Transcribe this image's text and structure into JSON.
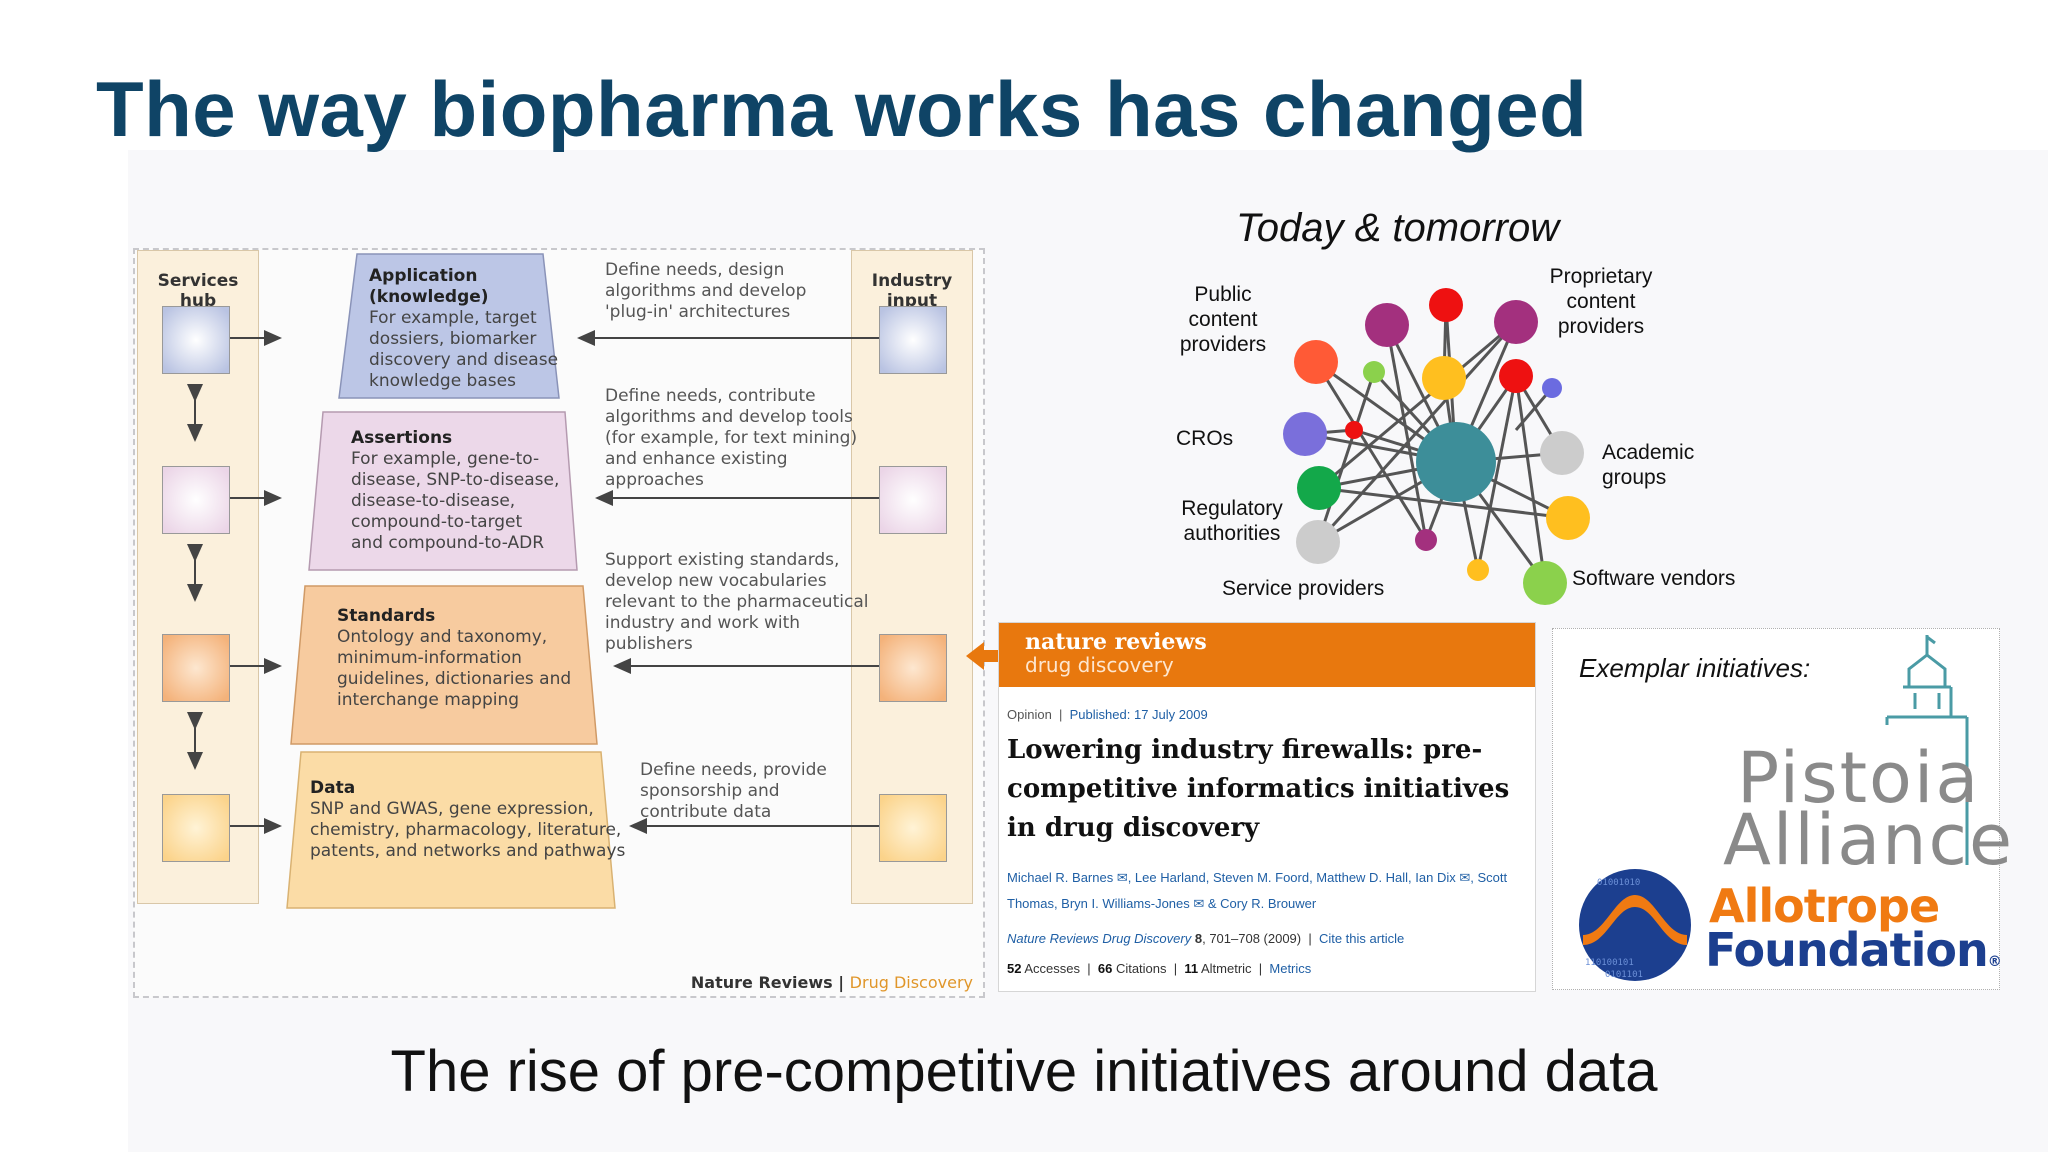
{
  "slide": {
    "title": "The way biopharma works has changed",
    "subtitle": "The rise of pre-competitive initiatives around data"
  },
  "figure": {
    "services_hub_label": "Services hub",
    "industry_input_label": "Industry input",
    "layers": [
      {
        "title": "Application",
        "title2": "(knowledge)",
        "lines": [
          "For example, target",
          "dossiers, biomarker",
          "discovery and disease",
          "knowledge bases"
        ],
        "color": "#b9c3e2",
        "desc": [
          "Define needs, design",
          "algorithms and develop",
          "'plug-in' architectures"
        ]
      },
      {
        "title": "Assertions",
        "lines": [
          "For example, gene-to-",
          "disease, SNP-to-disease,",
          "disease-to-disease,",
          "compound-to-target",
          "and compound-to-ADR"
        ],
        "color": "#ebd5e7",
        "desc": [
          "Define needs, contribute",
          "algorithms and develop tools",
          "(for example, for text mining)",
          "and enhance existing",
          "approaches"
        ]
      },
      {
        "title": "Standards",
        "lines": [
          "Ontology and taxonomy,",
          "minimum-information",
          "guidelines, dictionaries and",
          "interchange mapping"
        ],
        "color": "#f6c898",
        "desc": [
          "Support existing standards,",
          "develop new vocabularies",
          "relevant to the pharmaceutical",
          "industry and work with",
          "publishers"
        ]
      },
      {
        "title": "Data",
        "lines": [
          "SNP and GWAS, gene expression,",
          "chemistry, pharmacology, literature,",
          "patents, and networks and pathways"
        ],
        "color": "#fbd99e",
        "desc": [
          "Define needs, provide",
          "sponsorship and",
          "contribute data"
        ]
      }
    ],
    "credit_publisher": "Nature Reviews",
    "credit_journal": "Drug Discovery"
  },
  "network": {
    "title": "Today & tomorrow",
    "labels": {
      "public": [
        "Public",
        "content",
        "providers"
      ],
      "proprietary": [
        "Proprietary",
        "content",
        "providers"
      ],
      "cros": "CROs",
      "academic": [
        "Academic",
        "groups"
      ],
      "regulatory": [
        "Regulatory",
        "authorities"
      ],
      "service": "Service providers",
      "software": "Software vendors"
    },
    "colors": {
      "hub": "#3d8e99",
      "magenta": "#a3307e",
      "red": "#ee1111",
      "orange": "#ff5a36",
      "lime": "#8bd14c",
      "yellow": "#ffbf1f",
      "purple": "#7a6fdb",
      "green": "#13a84a",
      "grey": "#cccccc",
      "blue": "#6b6be0"
    }
  },
  "article": {
    "brand_line1": "nature reviews",
    "brand_line2": "drug discovery",
    "type": "Opinion",
    "published": "Published: 17 July 2009",
    "title": "Lowering industry firewalls: pre-competitive informatics initiatives in drug discovery",
    "authors_line1": "Michael R. Barnes ✉, Lee Harland, Steven M. Foord, Matthew D. Hall, Ian Dix ✉, Scott",
    "authors_line2": "Thomas, Bryn I. Williams-Jones ✉ & Cory R. Brouwer",
    "journal": "Nature Reviews Drug Discovery",
    "volume": "8",
    "pages": ", 701–708 (2009)",
    "cite": "Cite this article",
    "accesses_n": "52",
    "accesses": "Accesses",
    "citations_n": "66",
    "citations": "Citations",
    "altmetric_n": "11",
    "altmetric": "Altmetric",
    "metrics": "Metrics"
  },
  "exemplars": {
    "title": "Exemplar initiatives:",
    "pistoia_line1": "Pistoia",
    "pistoia_line2": "Alliance",
    "allotrope_line1": "Allotrope",
    "allotrope_line2": "Foundation",
    "allotrope_mark": "®"
  }
}
